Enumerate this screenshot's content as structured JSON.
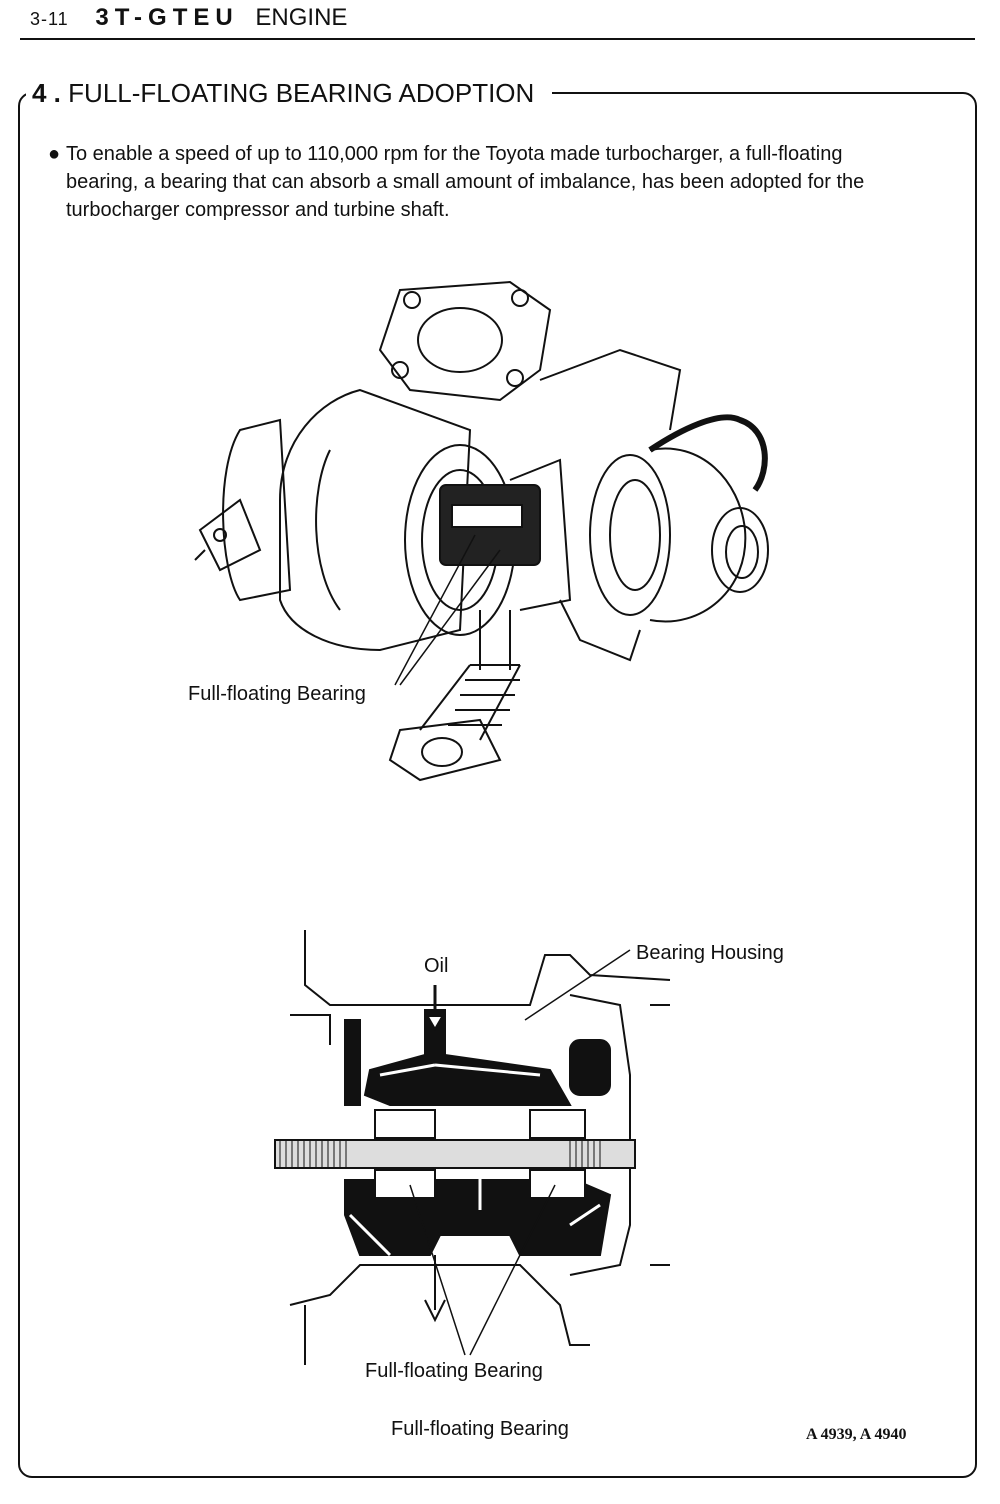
{
  "header": {
    "page_number": "3-11",
    "engine_code": "3T-GTEU",
    "section": "ENGINE"
  },
  "section": {
    "number": "4 .",
    "title": "FULL-FLOATING BEARING ADOPTION"
  },
  "bullet_text": "To enable a speed of up to 110,000 rpm for the Toyota made turbocharger, a full-floating bearing, a bearing that can absorb a small amount of imbalance, has been adopted for the turbocharger compressor and turbine shaft.",
  "figure_top": {
    "label_bearing": "Full-floating Bearing"
  },
  "figure_bottom": {
    "label_oil": "Oil",
    "label_housing": "Bearing Housing",
    "label_bearing": "Full-floating Bearing"
  },
  "caption": "Full-floating Bearing",
  "figure_ref": "A 4939, A 4940"
}
